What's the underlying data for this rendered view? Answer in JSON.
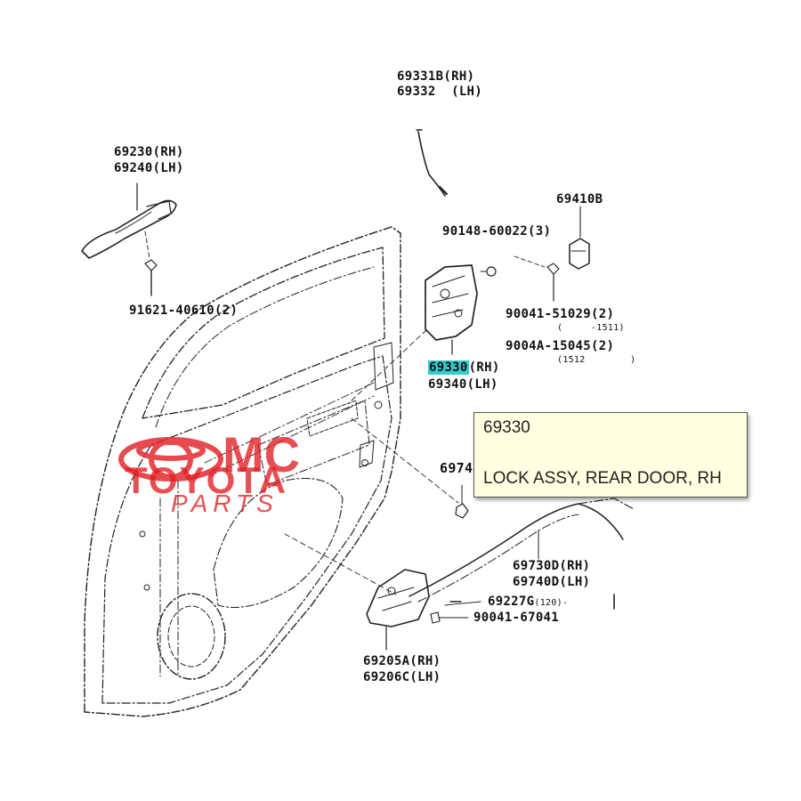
{
  "diagram": {
    "labels": {
      "l69331b": "69331B(RH)",
      "l69332": "69332  (LH)",
      "l69230": "69230(RH)",
      "l69240": "69240(LH)",
      "l69410b": "69410B",
      "l90148": "90148-60022(3)",
      "l91621": "91621-40610(2)",
      "l90041a": "90041-51029(2)",
      "l90041a_sub": "(     -1511)",
      "l9004b": "9004A-15045(2)",
      "l9004b_sub": "(1512        )",
      "l69330_code": "69330",
      "l69330_side": "(RH)",
      "l69340": "69340(LH)",
      "l6974": "6974",
      "l69730d": "69730D(RH)",
      "l69740d": "69740D(LH)",
      "l69227g": "69227G",
      "l69227g_sub": "(120)-",
      "l90041b": "90041-67041",
      "l69205a": "69205A(RH)",
      "l69206c": "69206C(LH)"
    }
  },
  "tooltip": {
    "part_number": "69330",
    "description": "LOCK ASSY, REAR DOOR, RH"
  },
  "watermark": {
    "line1": "MC",
    "line2": "TOYOTA",
    "line3": "PARTS",
    "color": "#e11e23"
  },
  "colors": {
    "highlight": "#33cccc",
    "tooltip_bg": "#ffffe1"
  }
}
